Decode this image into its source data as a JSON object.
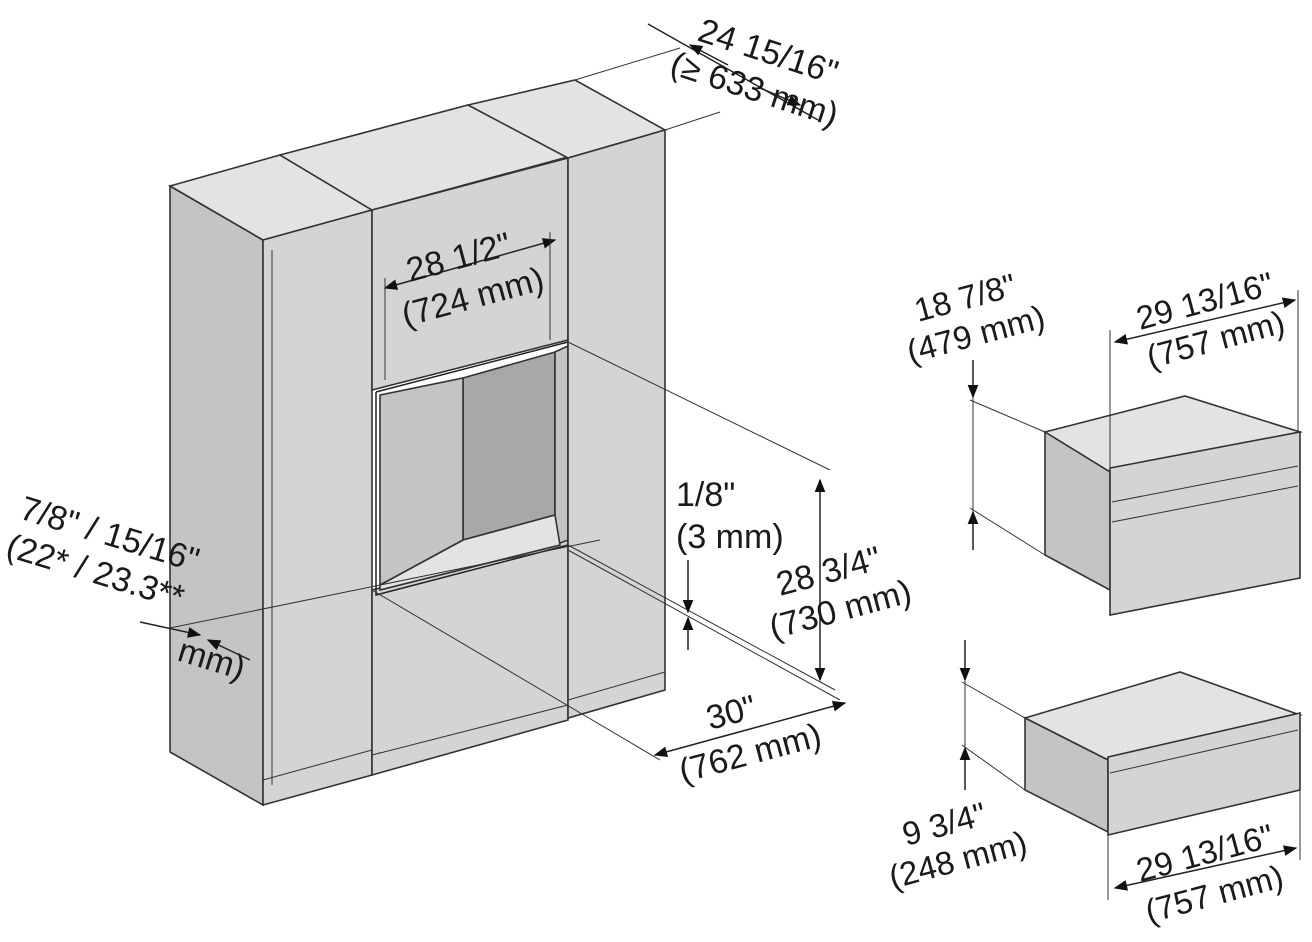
{
  "colors": {
    "front": "#d4d4d4",
    "side": "#c4c4c4",
    "top": "#e3e3e3",
    "dark": "#a8a8a8",
    "outline": "#333333"
  },
  "dimensions": {
    "depth_top": {
      "imperial": "24 15/16\"",
      "metric": "(≥ 633 mm)"
    },
    "niche_width": {
      "imperial": "28 1/2\"",
      "metric": "(724 mm)"
    },
    "gap": {
      "imperial": "1/8\"",
      "metric": "(3 mm)"
    },
    "niche_height": {
      "imperial": "28 3/4\"",
      "metric": "(730 mm)"
    },
    "panel_thickness": {
      "imperial": "7/8\" / 15/16\"",
      "metric": "(22* / 23.3**",
      "unit": "mm)"
    },
    "cabinet_width": {
      "imperial": "30\"",
      "metric": "(762 mm)"
    },
    "oven_height": {
      "imperial": "18 7/8\"",
      "metric": "(479 mm)"
    },
    "oven_width": {
      "imperial": "29 13/16\"",
      "metric": "(757 mm)"
    },
    "drawer_height": {
      "imperial": "9 3/4\"",
      "metric": "(248 mm)"
    },
    "drawer_width": {
      "imperial": "29 13/16\"",
      "metric": "(757 mm)"
    }
  }
}
